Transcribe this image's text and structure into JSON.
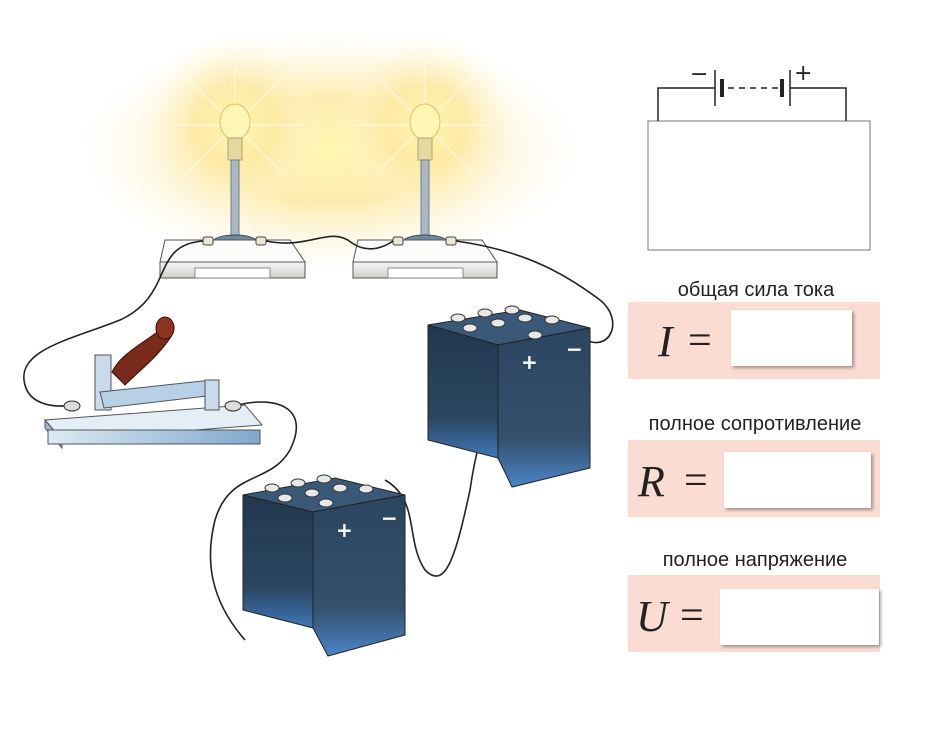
{
  "labels": {
    "total_current": "общая сила тока",
    "total_resistance": "полное сопротивление",
    "total_voltage": "полное напряжение"
  },
  "formulas": {
    "current_symbol": "I",
    "resistance_symbol": "R",
    "voltage_symbol": "U",
    "equals": "="
  },
  "schematic": {
    "minus_sign": "−",
    "plus_sign": "+"
  },
  "battery_terminals": {
    "plus": "+",
    "minus": "−"
  },
  "colors": {
    "battery_body": "#2e4760",
    "panel_pink": "#fbdcd3",
    "glow": "#fde9a2",
    "wire": "#222222",
    "switch_handle": "#7a2a1a"
  }
}
